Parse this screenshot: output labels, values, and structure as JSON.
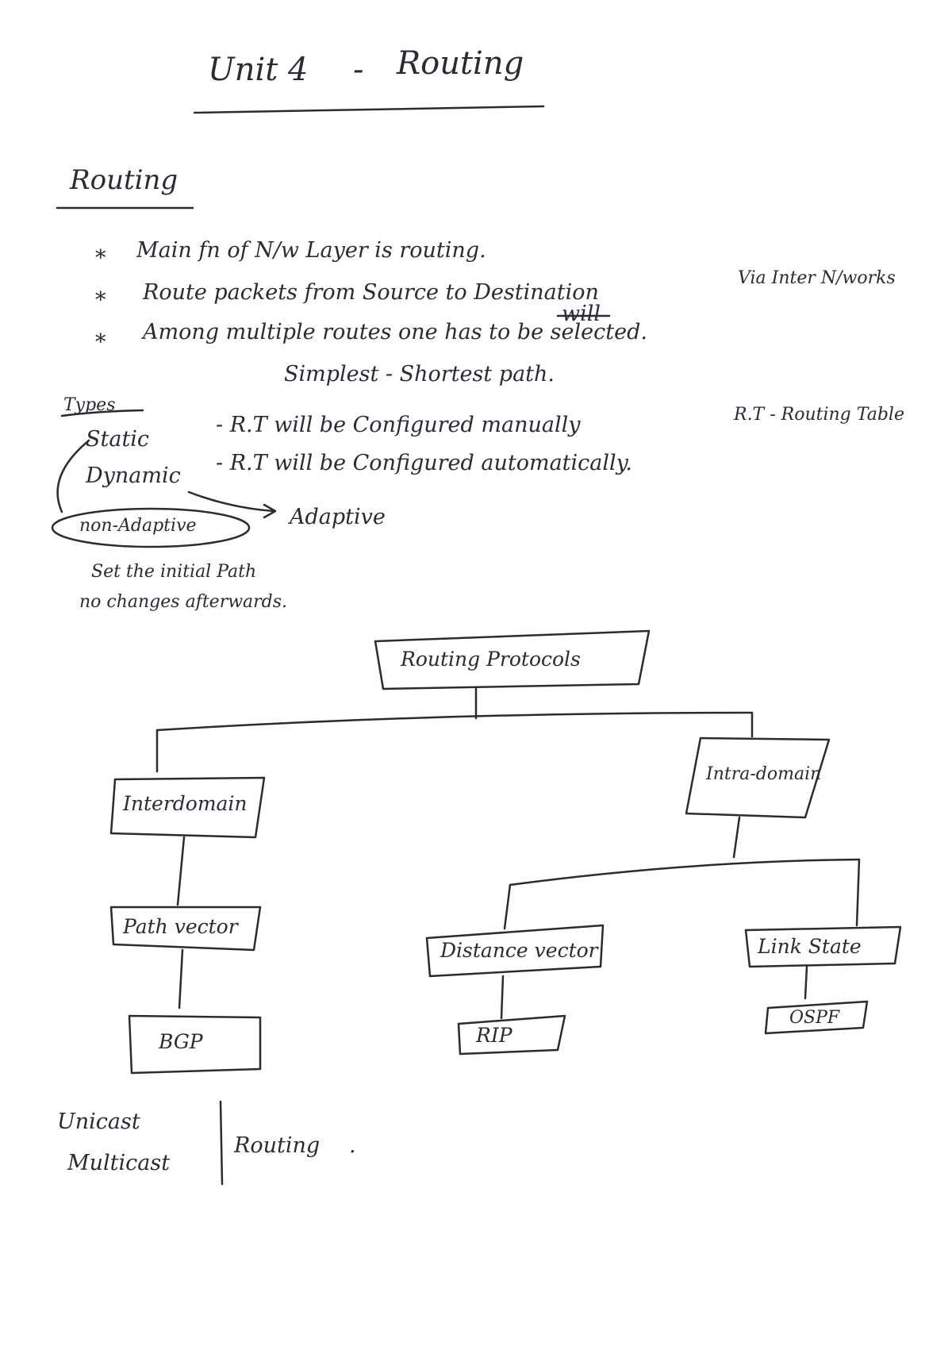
{
  "title": {
    "unit": "Unit 4",
    "dash": "-",
    "topic": "Routing"
  },
  "section_heading": "Routing",
  "bullets": [
    {
      "marker": "*",
      "text": "Main fn of N/w Layer is routing."
    },
    {
      "marker": "*",
      "text": "Route packets from Source to Destination"
    },
    {
      "marker": "*",
      "text": "Among multiple routes one has to be selected."
    }
  ],
  "bullet_side_note": "Via Inter N/works",
  "struck_word": "will",
  "simplest_line": "Simplest - Shortest path.",
  "types": {
    "heading": "Types",
    "static_name": "Static",
    "static_desc": "- R.T will be Configured manually",
    "dynamic_name": "Dynamic",
    "dynamic_desc": "- R.T will be Configured automatically.",
    "rt_note": "R.T - Routing Table",
    "non_adaptive": "non-Adaptive",
    "adaptive": "Adaptive",
    "non_adaptive_note_1": "Set the initial Path",
    "non_adaptive_note_2": "no changes afterwards."
  },
  "tree": {
    "root": "Routing Protocols",
    "interdomain": "Interdomain",
    "intradomain": "Intra-domain",
    "path_vector": "Path vector",
    "bgp": "BGP",
    "distance_vector": "Distance vector",
    "rip": "RIP",
    "link_state": "Link State",
    "ospf": "OSPF"
  },
  "footer": {
    "unicast": "Unicast",
    "multicast": "Multicast",
    "routing": "Routing",
    "dot": "."
  }
}
